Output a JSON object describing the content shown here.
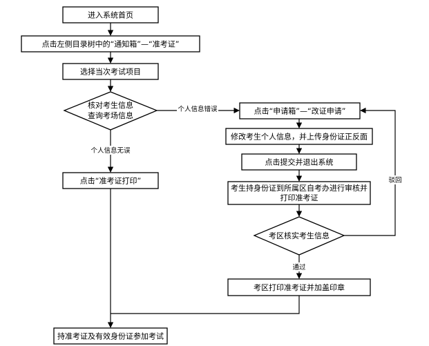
{
  "nodes": {
    "enter_home": "进入系统首页",
    "click_menu": "点击左侧目录树中的“通知箱”—“准考证”",
    "select_project": "选择当次考试项目",
    "verify_info_1": "核对考生信息",
    "verify_info_2": "查询考场信息",
    "click_print_ticket": "点击“准考证打印”",
    "click_apply": "点击“申请箱”—“改证申请”",
    "modify_info": "修改考生个人信息，并上传身份证正反面",
    "submit_exit": "点击提交并退出系统",
    "review_1": "考生持身份证到所属区自考办进行审核并",
    "review_2": "打印准考证",
    "district_check": "考区核实考生信息",
    "district_print": "考区打印准考证并加盖印章",
    "take_exam": "持准考证及有效身份证参加考试"
  },
  "edges": {
    "info_error": "个人信息错误",
    "info_ok": "个人信息无误",
    "rejected": "驳回",
    "passed": "通过"
  },
  "colors": {
    "stroke": "#000000",
    "fill": "#ffffff"
  }
}
